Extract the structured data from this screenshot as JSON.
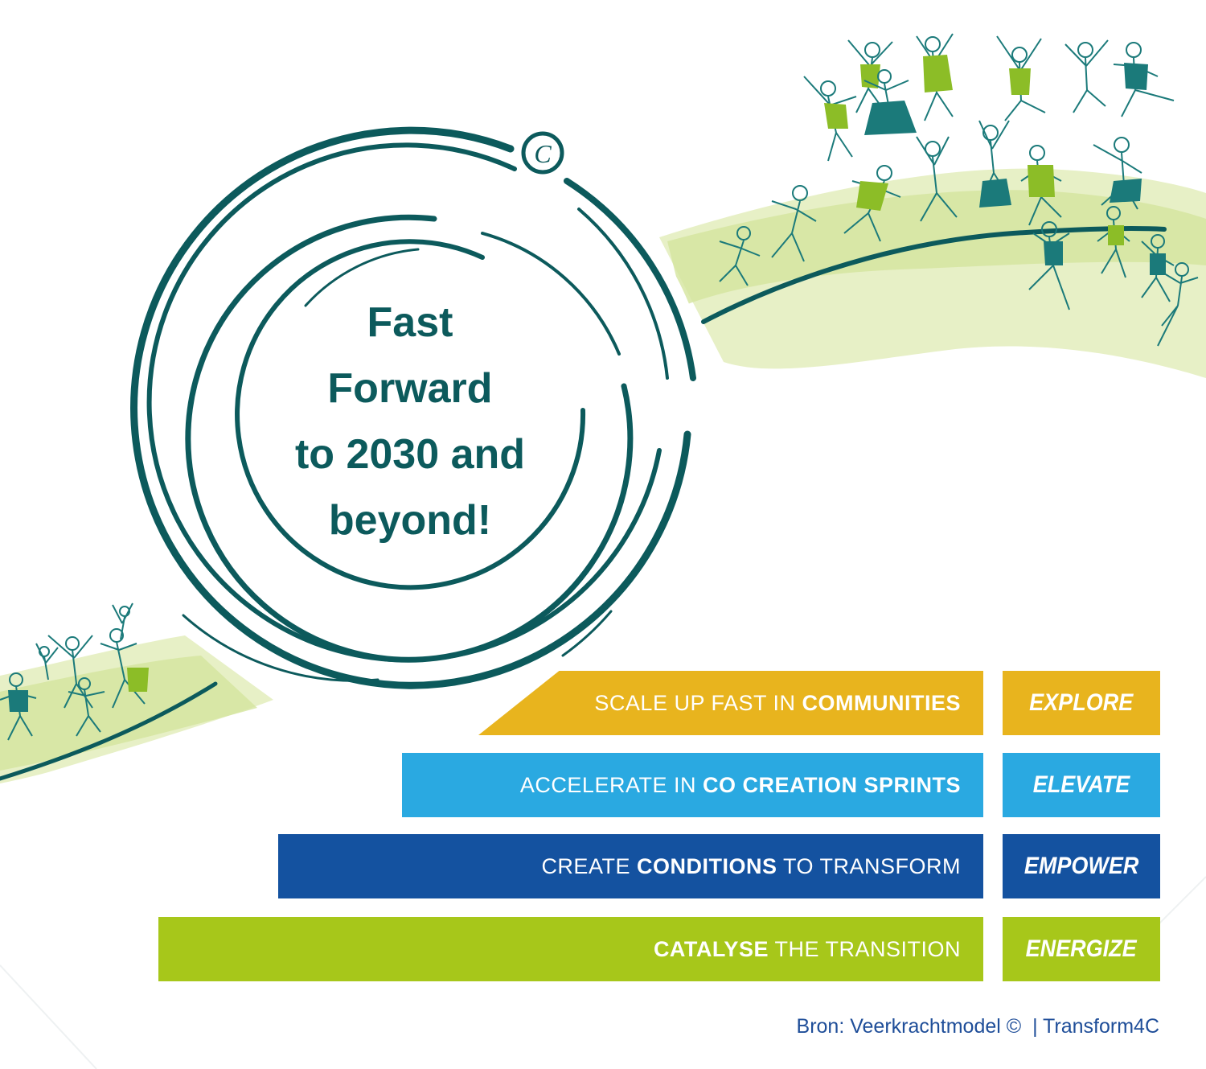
{
  "headline": {
    "lines": [
      "Fast",
      "Forward",
      "to 2030 and",
      "beyond!"
    ]
  },
  "copyright_mark": "C",
  "steps": [
    {
      "parts": [
        {
          "text": "SCALE UP FAST IN ",
          "bold": false
        },
        {
          "text": "COMMUNITIES",
          "bold": true
        }
      ],
      "tag": "EXPLORE",
      "color": "#e8b41e"
    },
    {
      "parts": [
        {
          "text": "ACCELERATE IN ",
          "bold": false
        },
        {
          "text": "CO CREATION SPRINTS",
          "bold": true
        }
      ],
      "tag": "ELEVATE",
      "color": "#2aa9e1"
    },
    {
      "parts": [
        {
          "text": "CREATE ",
          "bold": false
        },
        {
          "text": "CONDITIONS",
          "bold": true
        },
        {
          "text": " TO TRANSFORM",
          "bold": false
        }
      ],
      "tag": "EMPOWER",
      "color": "#1452a0"
    },
    {
      "parts": [
        {
          "text": "CATALYSE",
          "bold": true
        },
        {
          "text": " THE TRANSITION",
          "bold": false
        }
      ],
      "tag": "ENERGIZE",
      "color": "#a7c71a"
    }
  ],
  "source": "Bron: Veerkrachtmodel ©  | Transform4C",
  "colors": {
    "circle": "#0c5a5c",
    "wave_light": "#e7f0c6",
    "wave_mid": "#cfe08f",
    "figure_green": "#8cbd27",
    "figure_teal": "#1b7a7a",
    "source_text": "#1f4e99"
  }
}
